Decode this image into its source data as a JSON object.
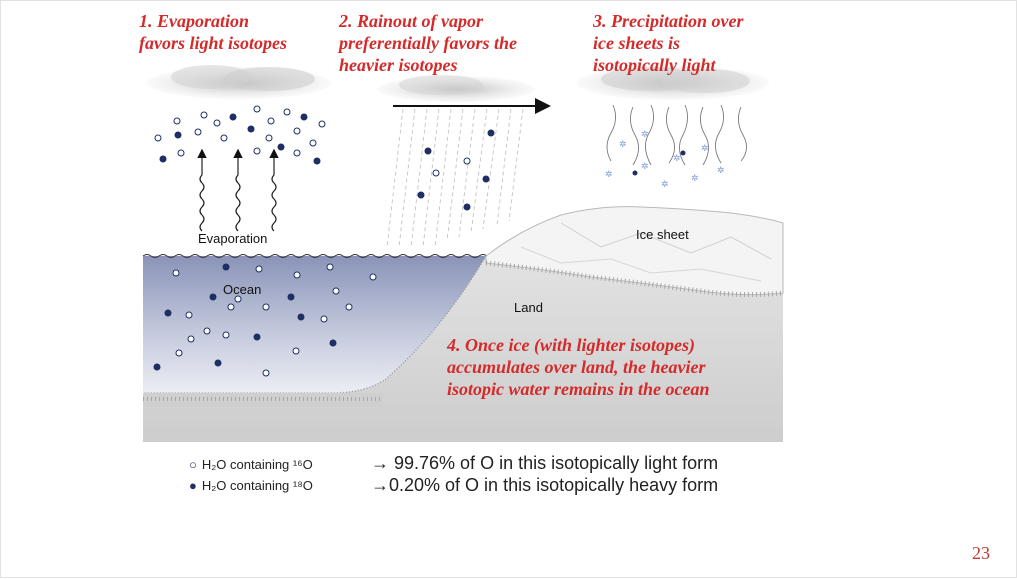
{
  "steps": [
    {
      "lines": [
        "1. Evaporation",
        "favors  light isotopes"
      ]
    },
    {
      "lines": [
        "2. Rainout of vapor",
        "preferentially favors the",
        "heavier isotopes"
      ]
    },
    {
      "lines": [
        "3. Precipitation over",
        "ice sheets is",
        "isotopically light"
      ]
    },
    {
      "lines": [
        "4. Once ice (with lighter isotopes)",
        "accumulates over land, the heavier",
        "isotopic water remains in the ocean"
      ]
    }
  ],
  "diagram": {
    "evaporation_label": "Evaporation",
    "ocean_label": "Ocean",
    "land_label": "Land",
    "ice_sheet_label": "Ice sheet"
  },
  "legend": {
    "light": {
      "symbol": "○",
      "text": "H₂O containing ¹⁶O",
      "note": "→ 99.76% of O in this isotopically light form"
    },
    "heavy": {
      "symbol": "●",
      "text": "H₂O containing ¹⁸O",
      "note": "→0.20% of O in this isotopically heavy form"
    }
  },
  "page_number": "23",
  "colors": {
    "caption": "#d42a2a",
    "heavy_dot": "#1e2f63",
    "ocean_top": "#8a94b8",
    "ocean_bottom": "#e6e8f1",
    "land": "#d2d2d2"
  }
}
